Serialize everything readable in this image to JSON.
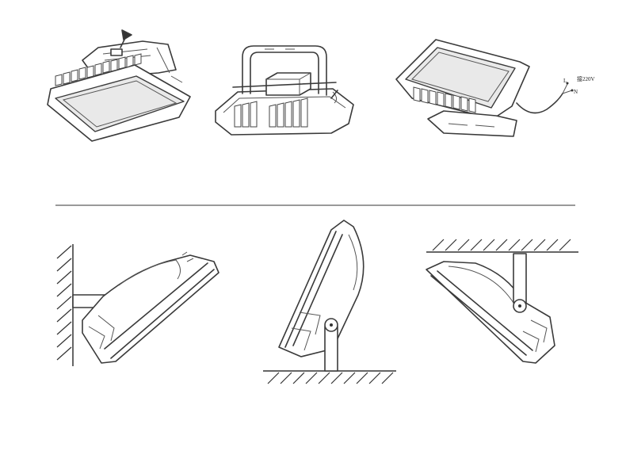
{
  "wiring": {
    "live_label": "L",
    "neutral_label": "N",
    "voltage_label": "接220V"
  }
}
